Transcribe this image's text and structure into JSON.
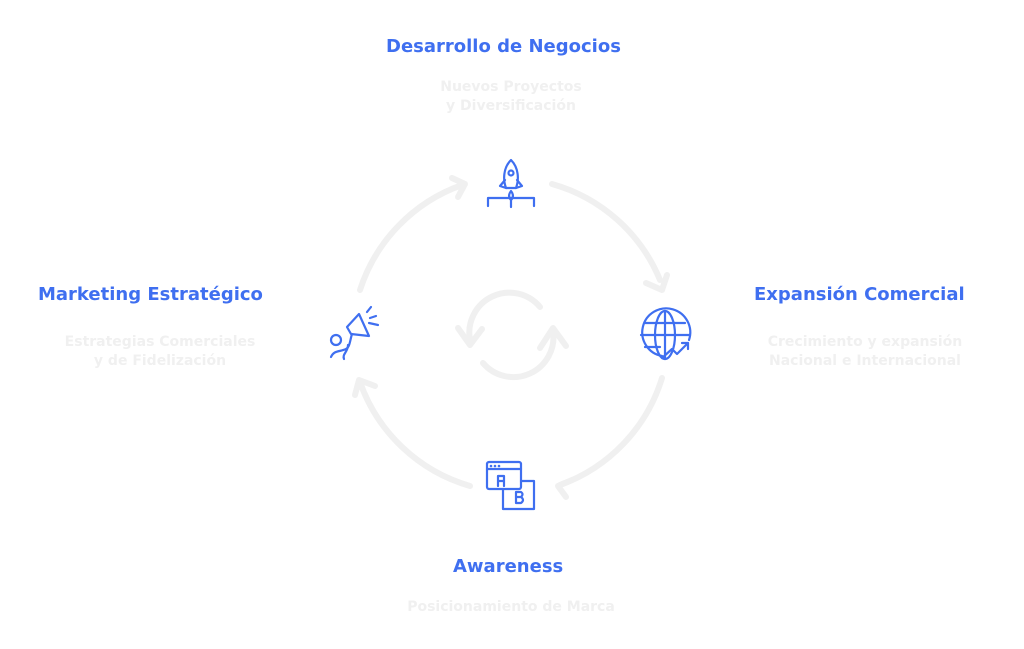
{
  "nodes": {
    "top": {
      "title": "Desarrollo de Negocios",
      "subtitle": [
        "Nuevos Proyectos",
        "y Diversificación"
      ],
      "icon": "rocket-icon"
    },
    "right": {
      "title": "Expansión Comercial",
      "subtitle": [
        "Crecimiento y expansión",
        "Nacional e Internacional"
      ],
      "icon": "globe-growth-icon"
    },
    "bottom": {
      "title": "Awareness",
      "subtitle": [
        "Posicionamiento de Marca"
      ],
      "icon": "ab-test-icon"
    },
    "left": {
      "title": "Marketing Estratégico",
      "subtitle": [
        "Estrategias Comerciales",
        "y de Fidelización"
      ],
      "icon": "megaphone-icon"
    }
  },
  "colors": {
    "accent": "#3f6ff0",
    "arrow": "#f0f0f0"
  }
}
